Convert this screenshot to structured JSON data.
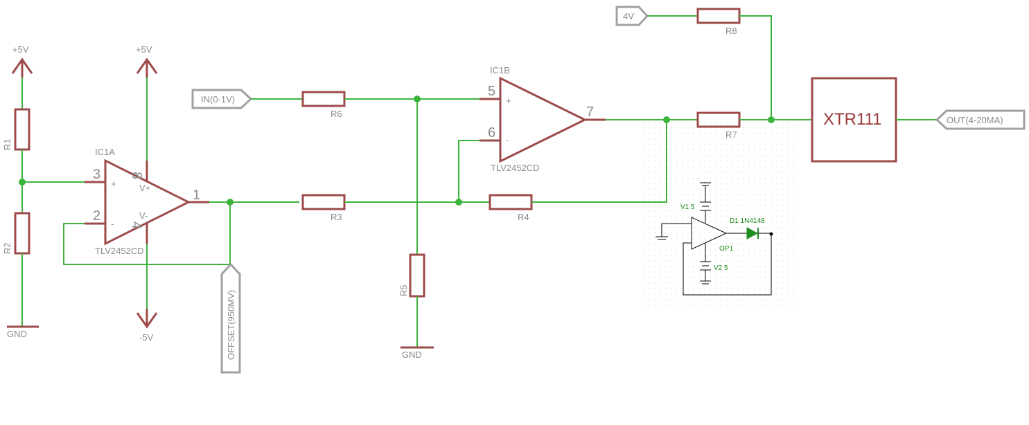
{
  "power": {
    "r1_supply": "+5V",
    "ic1a_vplus_supply": "+5V",
    "ic1a_vminus_supply": "-5V",
    "gnd_left": "GND",
    "gnd_mid": "GND"
  },
  "resistors": {
    "r1": "R1",
    "r2": "R2",
    "r3": "R3",
    "r4": "R4",
    "r5": "R5",
    "r6": "R6",
    "r7": "R7",
    "r8": "R8"
  },
  "ic1a": {
    "name": "IC1A",
    "part": "TLV2452CD",
    "pin_plus": "3",
    "pin_minus": "2",
    "pin_out": "1",
    "pin_vplus": "8",
    "pin_vminus": "4",
    "plus_sign": "+",
    "minus_sign": "-",
    "vplus_label": "V+",
    "vminus_label": "V-"
  },
  "ic1b": {
    "name": "IC1B",
    "part": "TLV2452CD",
    "pin_plus": "5",
    "pin_minus": "6",
    "pin_out": "7",
    "plus_sign": "+",
    "minus_sign": "-"
  },
  "xtr": {
    "label": "XTR111"
  },
  "nets": {
    "input": "IN(0-1V)",
    "offset": "OFFSET(950MV)",
    "ref": "4V",
    "output": "OUT(4-20MA)"
  },
  "sim": {
    "v1": "V1 5",
    "v2": "V2 5",
    "op": "OP1",
    "diode": "D1 1N4148"
  },
  "colors": {
    "wire": "#3cb43c",
    "symbol": "#9c4a4a",
    "net_tag": "#a0a0a0",
    "text": "#8a8a8a"
  }
}
